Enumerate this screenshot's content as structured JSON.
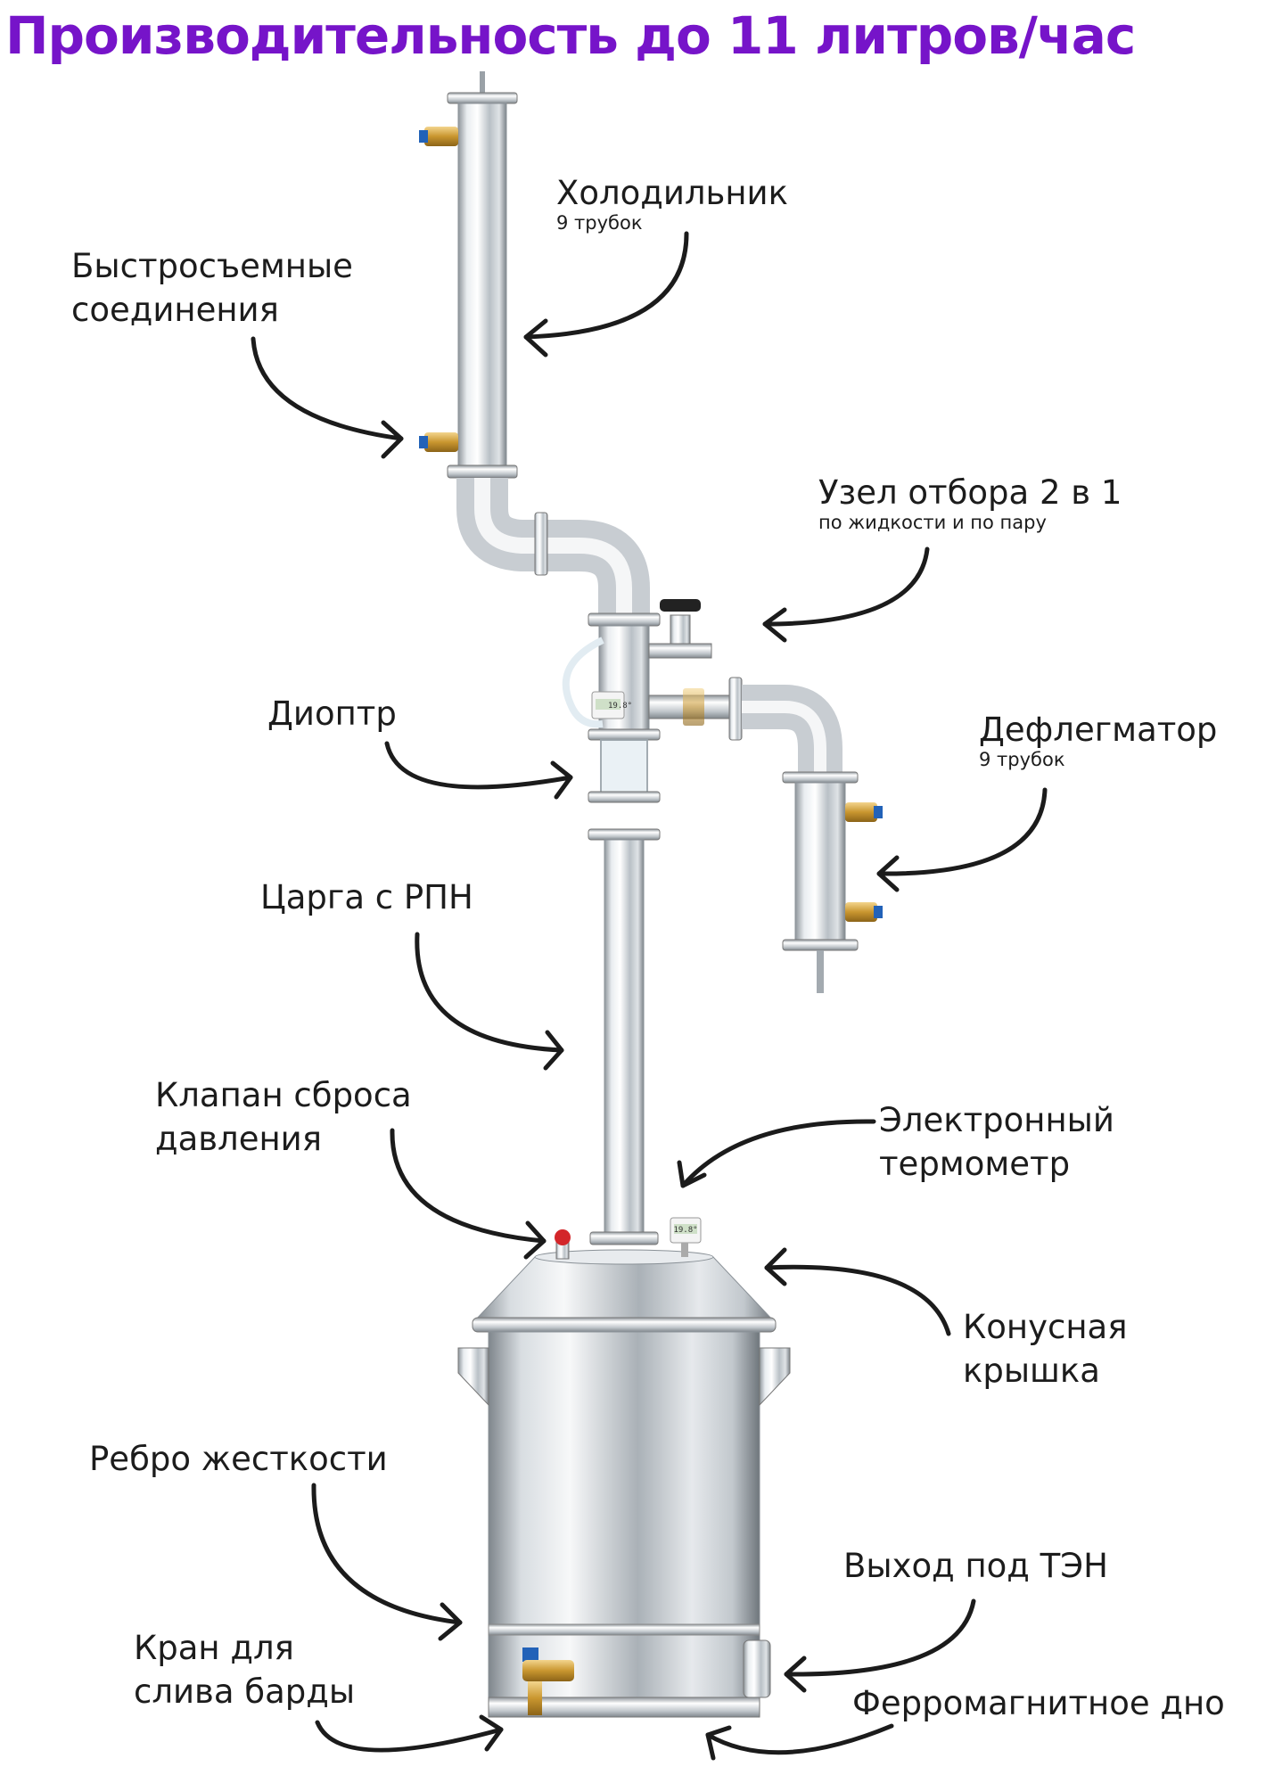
{
  "headline": "Производительность до 11 литров/час",
  "labels": {
    "condenser": {
      "title": "Холодильник",
      "sub": "9 трубок"
    },
    "quick_connect": {
      "line1": "Быстросъемные",
      "line2": "соединения"
    },
    "take_off": {
      "title": "Узел отбора 2 в 1",
      "sub": "по жидкости и по пару"
    },
    "diopter": {
      "title": "Диоптр"
    },
    "dephlegmator": {
      "title": "Дефлегматор",
      "sub": "9 трубок"
    },
    "column": {
      "title": "Царга с РПН"
    },
    "relief_valve": {
      "line1": "Клапан сброса",
      "line2": "давления"
    },
    "thermometer": {
      "line1": "Электронный",
      "line2": "термометр"
    },
    "cone_lid": {
      "line1": "Конусная",
      "line2": "крышка"
    },
    "stiffener": {
      "title": "Ребро жесткости"
    },
    "heater_outlet": {
      "title": "Выход под ТЭН"
    },
    "drain_tap": {
      "line1": "Кран для",
      "line2": "слива барды"
    },
    "ferro_bottom": {
      "title": "Ферромагнитное дно"
    }
  },
  "thermometer_display": "19.8°",
  "colors": {
    "headline": "#7614c9",
    "steel": "#c9ced3",
    "brass": "#d2a24a",
    "arrow": "#1b1b1b"
  }
}
